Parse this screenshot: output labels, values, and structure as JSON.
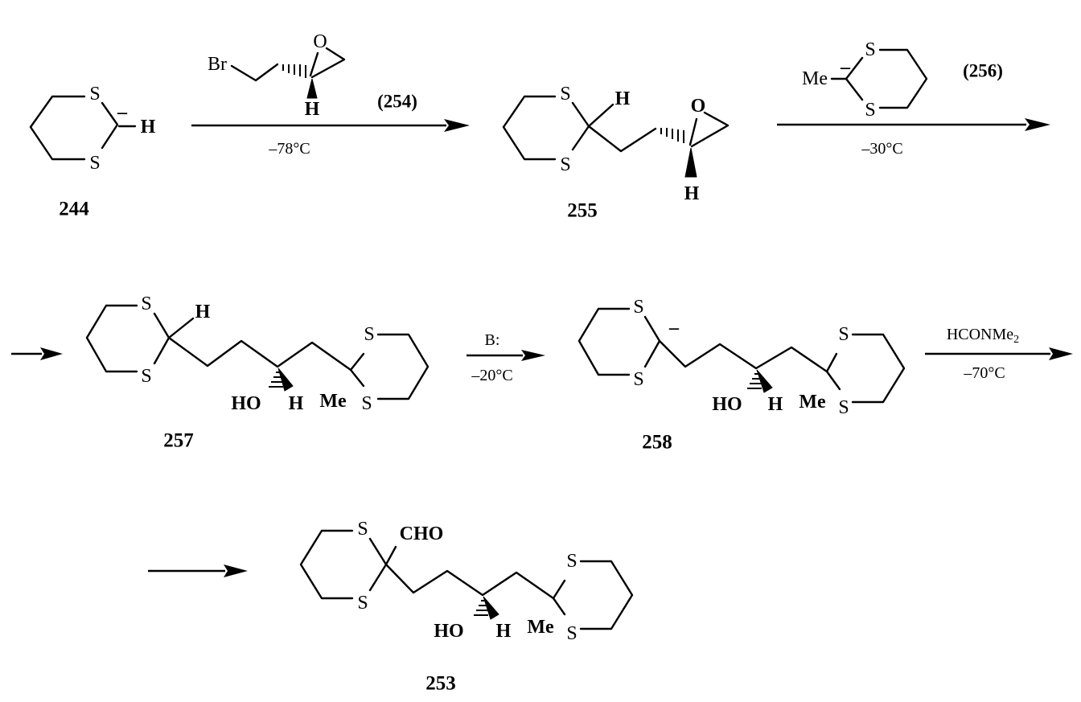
{
  "compounds": {
    "c244": {
      "label": "244",
      "anion": "–",
      "h": "H"
    },
    "c255": {
      "label": "255",
      "h_top": "H",
      "h_epox": "H",
      "o": "O"
    },
    "c257": {
      "label": "257",
      "h_top": "H",
      "ho": "HO",
      "h": "H",
      "me": "Me"
    },
    "c258": {
      "label": "258",
      "anion": "–",
      "ho": "HO",
      "h": "H",
      "me": "Me"
    },
    "c253": {
      "label": "253",
      "cho": "CHO",
      "ho": "HO",
      "h": "H",
      "me": "Me"
    }
  },
  "atoms": {
    "s": "S"
  },
  "reagents": {
    "r254": {
      "label": "(254)",
      "br": "Br",
      "o": "O",
      "h": "H"
    },
    "r256": {
      "label": "(256)",
      "me": "Me",
      "anion": "–"
    }
  },
  "conditions": {
    "step1_temp": "–78°C",
    "step2_temp": "–30°C",
    "step3_base": "B:",
    "step3_temp": "–20°C",
    "step4_reagent": "HCONMe",
    "step4_sub": "2",
    "step4_temp": "–70°C"
  }
}
